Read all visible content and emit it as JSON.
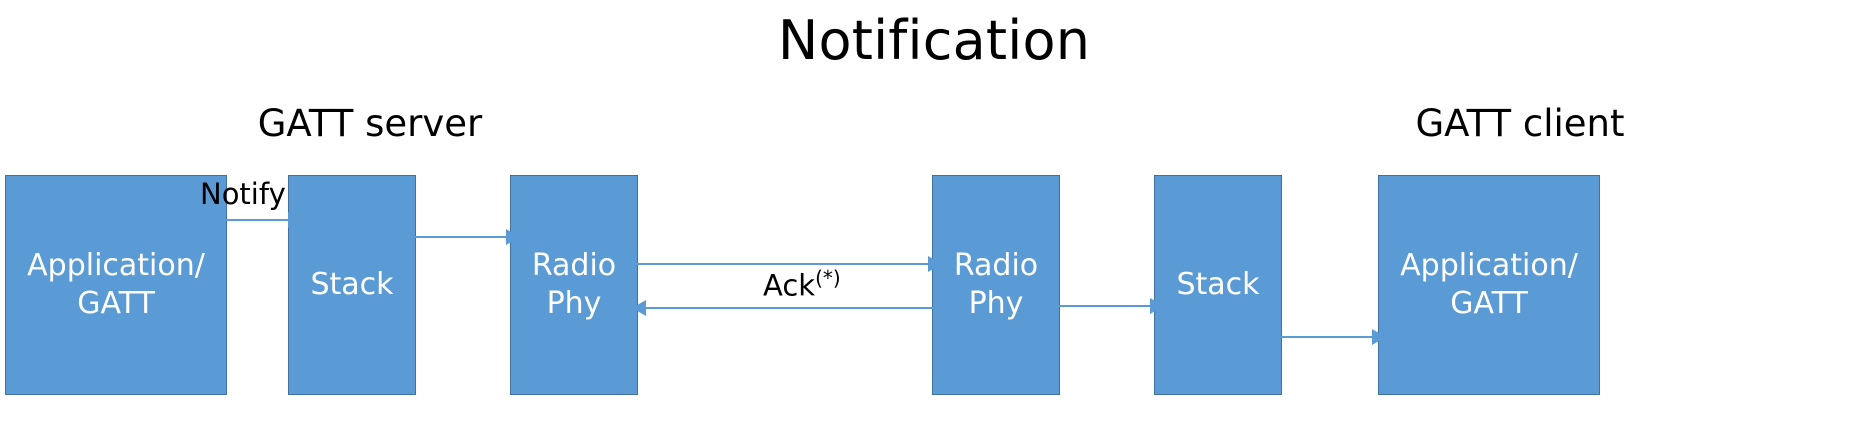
{
  "diagram": {
    "title": "Notification",
    "accent_color": "#5B9BD5",
    "accent_border_color": "#41719C",
    "arrow_color": "#5B9BD5",
    "text_color": "#000000",
    "node_text_color": "#FFFFFF",
    "background_color": "#FFFFFF"
  },
  "groups": {
    "server_label": "GATT server",
    "client_label": "GATT client"
  },
  "nodes": [
    {
      "id": "app-server",
      "label": "Application/\nGATT",
      "side": "server"
    },
    {
      "id": "stack-server",
      "label": "Stack",
      "side": "server"
    },
    {
      "id": "phy-server",
      "label": "Radio\nPhy",
      "side": "server"
    },
    {
      "id": "phy-client",
      "label": "Radio\nPhy",
      "side": "client"
    },
    {
      "id": "stack-client",
      "label": "Stack",
      "side": "client"
    },
    {
      "id": "app-client",
      "label": "Application/\nGATT",
      "side": "client"
    }
  ],
  "edges": [
    {
      "id": "notify",
      "from": "app-server",
      "to": "stack-server",
      "label": "Notify",
      "direction": "right"
    },
    {
      "id": "stack-phy",
      "from": "stack-server",
      "to": "phy-server",
      "label": "",
      "direction": "right"
    },
    {
      "id": "air-forward",
      "from": "phy-server",
      "to": "phy-client",
      "label": "",
      "direction": "right"
    },
    {
      "id": "air-ack",
      "from": "phy-client",
      "to": "phy-server",
      "label": "Ack",
      "label_superscript": "(*)",
      "direction": "left"
    },
    {
      "id": "phy-stack",
      "from": "phy-client",
      "to": "stack-client",
      "label": "",
      "direction": "right"
    },
    {
      "id": "stack-app",
      "from": "stack-client",
      "to": "app-client",
      "label": "",
      "direction": "right"
    }
  ],
  "labels": {
    "notify": "Notify",
    "ack_base": "Ack",
    "ack_superscript": "(*)"
  }
}
